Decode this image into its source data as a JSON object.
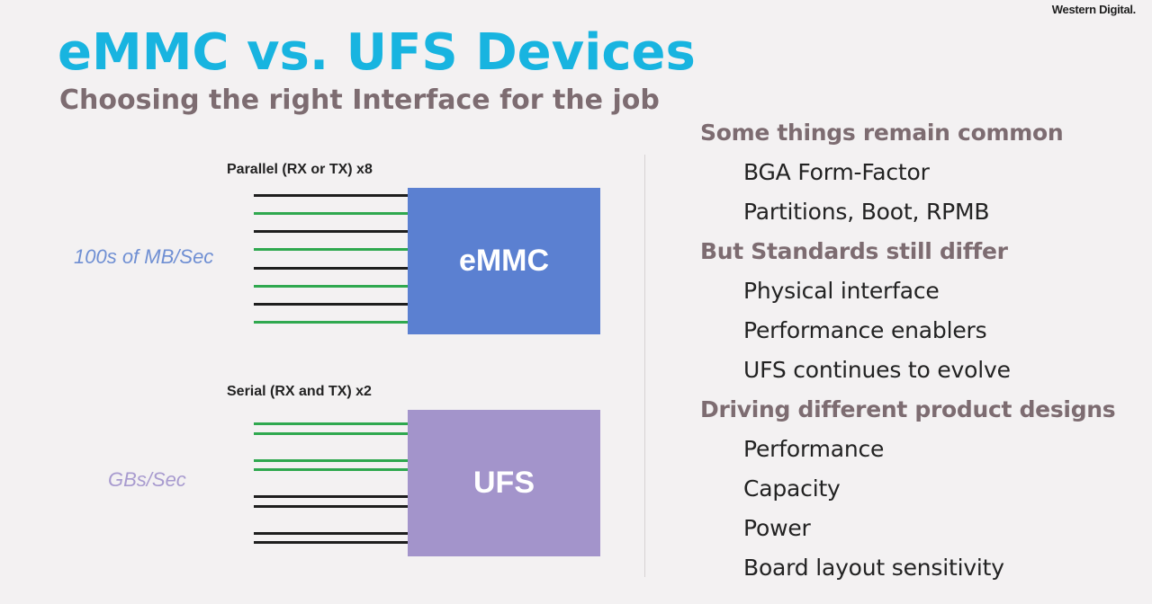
{
  "logo": "Western Digital.",
  "title": "eMMC vs. UFS Devices",
  "subtitle": "Choosing the right Interface for the job",
  "emmc": {
    "bus_label": "Parallel (RX or TX) x8",
    "speed": "100s of MB/Sec",
    "chip_label": "eMMC",
    "chip_color": "#5b80d1",
    "speed_color": "#6f8fd3",
    "lines": [
      "#1e1e1e",
      "#2fa84f",
      "#1e1e1e",
      "#2fa84f",
      "#1e1e1e",
      "#2fa84f",
      "#1e1e1e",
      "#2fa84f"
    ]
  },
  "ufs": {
    "bus_label": "Serial (RX and TX) x2",
    "speed": "GBs/Sec",
    "chip_label": "UFS",
    "chip_color": "#a394cb",
    "speed_color": "#a89bcf",
    "lines": [
      "#2fa84f",
      "#2fa84f",
      "#2fa84f",
      "#2fa84f",
      "#1e1e1e",
      "#1e1e1e",
      "#1e1e1e",
      "#1e1e1e"
    ]
  },
  "sections": [
    {
      "heading": "Some things remain common",
      "items": [
        "BGA Form-Factor",
        "Partitions, Boot, RPMB"
      ]
    },
    {
      "heading": "But Standards still differ",
      "items": [
        "Physical interface",
        "Performance enablers",
        "UFS continues to evolve"
      ]
    },
    {
      "heading": "Driving different product designs",
      "items": [
        "Performance",
        "Capacity",
        "Power",
        "Board layout sensitivity"
      ]
    }
  ]
}
